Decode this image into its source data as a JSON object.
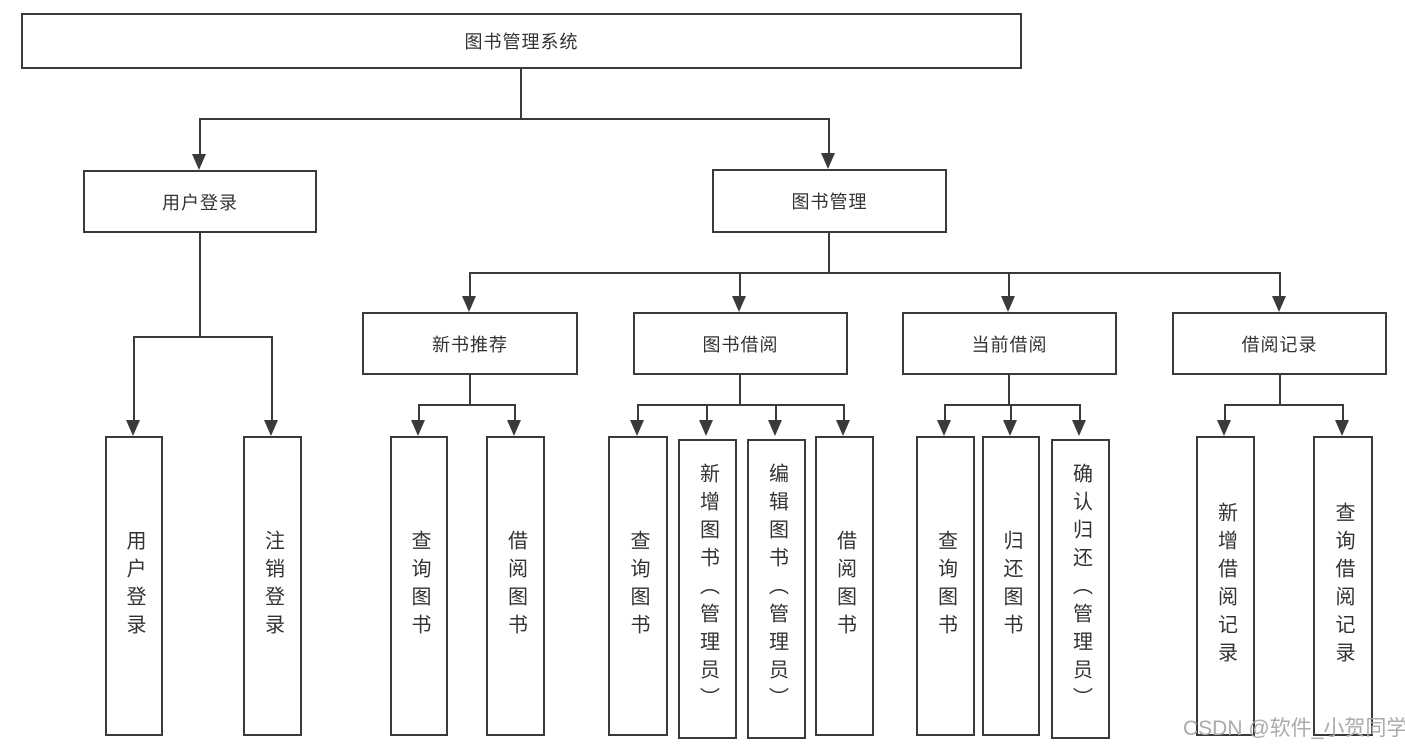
{
  "colors": {
    "line": "#3a3a3a",
    "text": "#333333",
    "watermark": "#ababab",
    "bg": "#ffffff"
  },
  "nodes": {
    "root": {
      "label": "图书管理系统"
    },
    "user_login": {
      "label": "用户登录"
    },
    "book_mgmt": {
      "label": "图书管理"
    },
    "new_book_rec": {
      "label": "新书推荐"
    },
    "book_borrow": {
      "label": "图书借阅"
    },
    "current_borrow": {
      "label": "当前借阅"
    },
    "borrow_record": {
      "label": "借阅记录"
    },
    "leaf_user_login": {
      "label": "用户登录"
    },
    "leaf_logout": {
      "label": "注销登录"
    },
    "leaf_query_book_1": {
      "label": "查询图书"
    },
    "leaf_borrow_book_1": {
      "label": "借阅图书"
    },
    "leaf_query_book_2": {
      "label": "查询图书"
    },
    "leaf_add_book_admin": {
      "label": "新增图书（管理员）"
    },
    "leaf_edit_book_admin": {
      "label": "编辑图书（管理员）"
    },
    "leaf_borrow_book_2": {
      "label": "借阅图书"
    },
    "leaf_query_book_3": {
      "label": "查询图书"
    },
    "leaf_return_book": {
      "label": "归还图书"
    },
    "leaf_confirm_return_admin": {
      "label": "确认归还（管理员）"
    },
    "leaf_add_borrow_record": {
      "label": "新增借阅记录"
    },
    "leaf_query_borrow_record": {
      "label": "查询借阅记录"
    }
  },
  "watermark": {
    "text": "CSDN @软件_小贺同学"
  }
}
